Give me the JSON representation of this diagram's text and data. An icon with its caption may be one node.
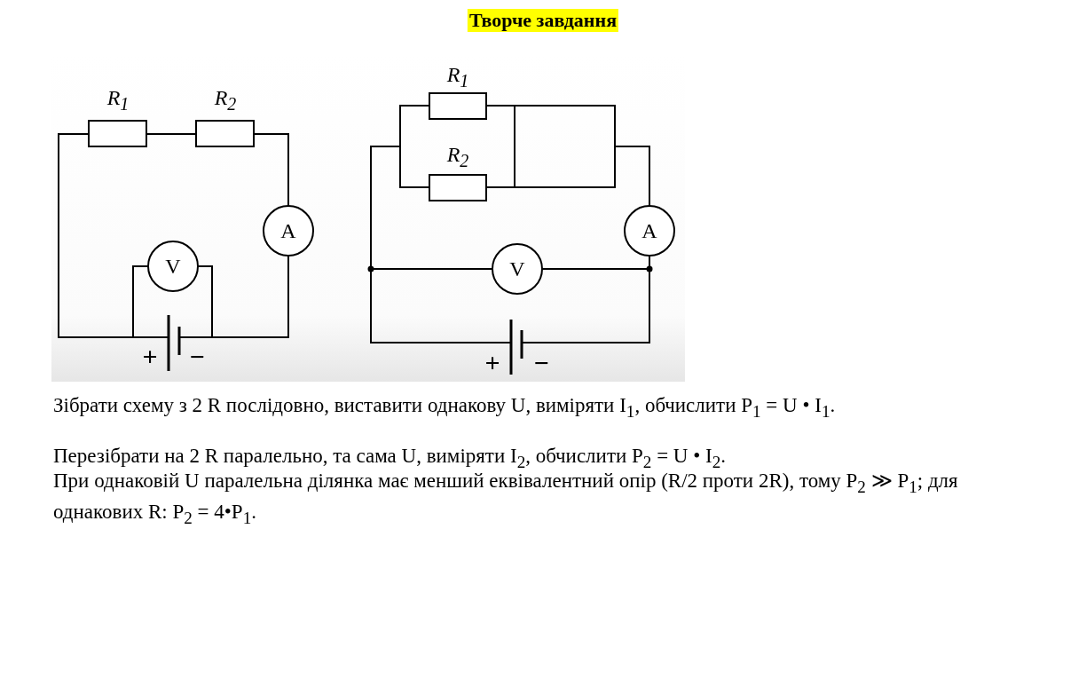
{
  "diagram": {
    "title": "Творче завдання",
    "labels": [
      "R$_{1}$",
      "R$_{2}$",
      "A",
      "V",
      "+",
      "−",
      "R$_{1}$",
      "R$_{2}$",
      "A",
      "V",
      "+",
      "−",
      "Зібрати схему з 2 R послідовно, виставити однакову U, виміряти I$_{1}$, обчислити P$_{1}$ = U • I$_{1}$.",
      "Перезібрати на 2 R паралельно, та сама U, виміряти I$_{2}$, обчислити P$_{2}$ = U • I$_{2}$.",
      "При однаковій U паралельна ділянка має менший еквівалентний опір (R/2 проти 2R), тому P$_{2}$ ≫ P$_{1}$; для однакових R: P$_{2}$ = 4•P$_{1}$."
    ]
  }
}
